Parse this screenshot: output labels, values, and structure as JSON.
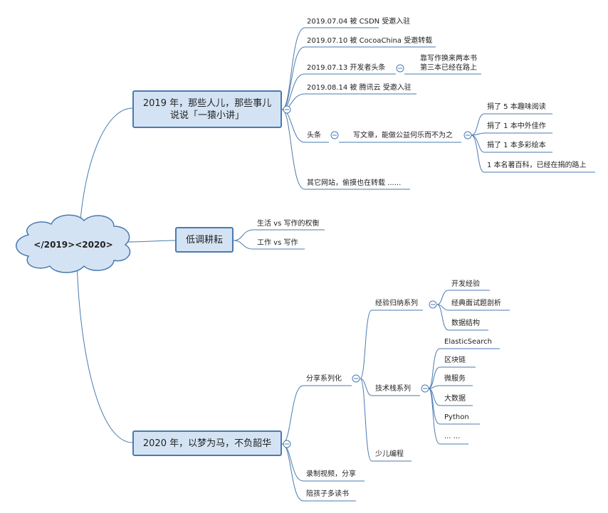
{
  "center": {
    "label": "</2019><2020>"
  },
  "branch_2019": {
    "title_line1": "2019 年，那些人儿，那些事儿",
    "title_line2": "说说「一猿小讲」",
    "items": {
      "csdn": "2019.07.04 被 CSDN 受邀入驻",
      "cocoachina": "2019.07.10 被 CocoaChina 受邀转载",
      "toutiao_dev": "2019.07.13 开发者头条",
      "tencent": "2019.08.14 被 腾讯云 受邀入驻",
      "toutiao": "头条",
      "others": "其它网站，偷摸也在转载  ......"
    },
    "toutiao_dev_note_line1": "靠写作换来两本书",
    "toutiao_dev_note_line2": "第三本已经在路上",
    "toutiao_sub": "写文章，能做公益何乐而不为之",
    "donations": {
      "d1": "捐了 5 本趣味阅读",
      "d2": "捐了 1 本中外佳作",
      "d3": "捐了 1 本多彩绘本",
      "d4": "1 本名著百科，已经在捐的路上"
    }
  },
  "branch_mid": {
    "title": "低调耕耘",
    "items": {
      "life": "生活 vs 写作的权衡",
      "work": "工作 vs 写作"
    }
  },
  "branch_2020": {
    "title": "2020 年，以梦为马，不负韶华",
    "share": "分享系列化",
    "exp": "经验归纳系列",
    "exp_items": {
      "dev": "开发经验",
      "interview": "经典面试题剖析",
      "ds": "数据结构"
    },
    "tech": "技术栈系列",
    "tech_items": {
      "es": "ElasticSearch",
      "chain": "区块链",
      "micro": "微服务",
      "bigdata": "大数据",
      "python": "Python",
      "more": "... ..."
    },
    "kids_prog": "少儿编程",
    "video": "录制视频，分享",
    "reading": "陪孩子多读书"
  },
  "colors": {
    "line": "#4a7ab0",
    "node_fill": "#d4e3f4",
    "cloud_fill": "#d4e3f4"
  },
  "collapse_symbol": "−"
}
